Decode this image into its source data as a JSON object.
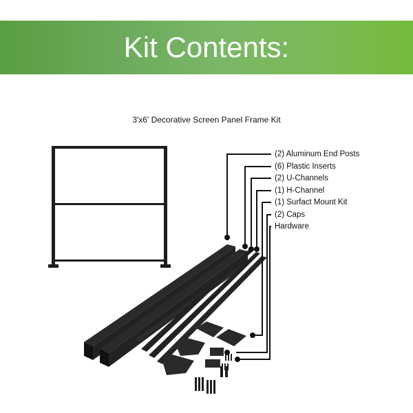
{
  "banner": {
    "title": "Kit Contents:",
    "gradient_colors": [
      "#5a9e42",
      "#7bb767",
      "#74ba3c"
    ]
  },
  "product": {
    "title": "3'x6' Decorative Screen Panel Frame Kit"
  },
  "kit_items": [
    {
      "label": "(2) Aluminum End Posts"
    },
    {
      "label": "(6) Plastic Inserts"
    },
    {
      "label": "(2) U-Channels"
    },
    {
      "label": "(1) H-Channel"
    },
    {
      "label": "(1) Surfact Mount Kit"
    },
    {
      "label": "(2) Caps"
    },
    {
      "label": "Hardware"
    }
  ],
  "colors": {
    "frame": "#1e1e1e",
    "text": "#111111"
  }
}
